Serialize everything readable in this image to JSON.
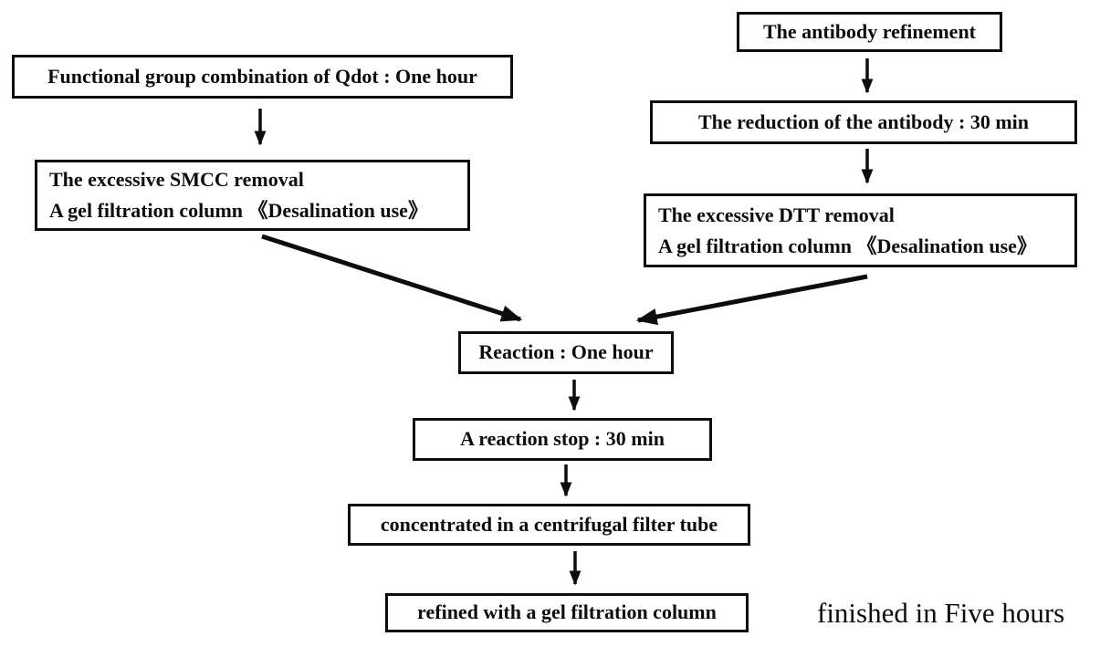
{
  "diagram": {
    "title_semantic": "Qdot antibody conjugation workflow",
    "colors": {
      "ink": "#0d0d0d",
      "background": "#ffffff"
    },
    "nodes": {
      "qdot": {
        "text": "Functional group combination of Qdot : One hour"
      },
      "smcc": {
        "line1": "The excessive SMCC removal",
        "line2": "A gel filtration column 《Desalination use》"
      },
      "antibody": {
        "text": "The antibody refinement"
      },
      "reduction": {
        "text": "The reduction of the antibody : 30 min"
      },
      "dtt": {
        "line1": "The excessive DTT removal",
        "line2": "A gel filtration column 《Desalination use》"
      },
      "reaction": {
        "text": "Reaction : One hour"
      },
      "stop": {
        "text": "A reaction stop :  30 min"
      },
      "concentrate": {
        "text": "concentrated in a centrifugal filter tube"
      },
      "refine": {
        "text": "refined with a gel filtration column"
      }
    },
    "edges": [
      {
        "from": "qdot",
        "to": "smcc"
      },
      {
        "from": "antibody",
        "to": "reduction"
      },
      {
        "from": "reduction",
        "to": "dtt"
      },
      {
        "from": "smcc",
        "to": "reaction"
      },
      {
        "from": "dtt",
        "to": "reaction"
      },
      {
        "from": "reaction",
        "to": "stop"
      },
      {
        "from": "stop",
        "to": "concentrate"
      },
      {
        "from": "concentrate",
        "to": "refine"
      }
    ],
    "caption": "finished in Five hours"
  }
}
